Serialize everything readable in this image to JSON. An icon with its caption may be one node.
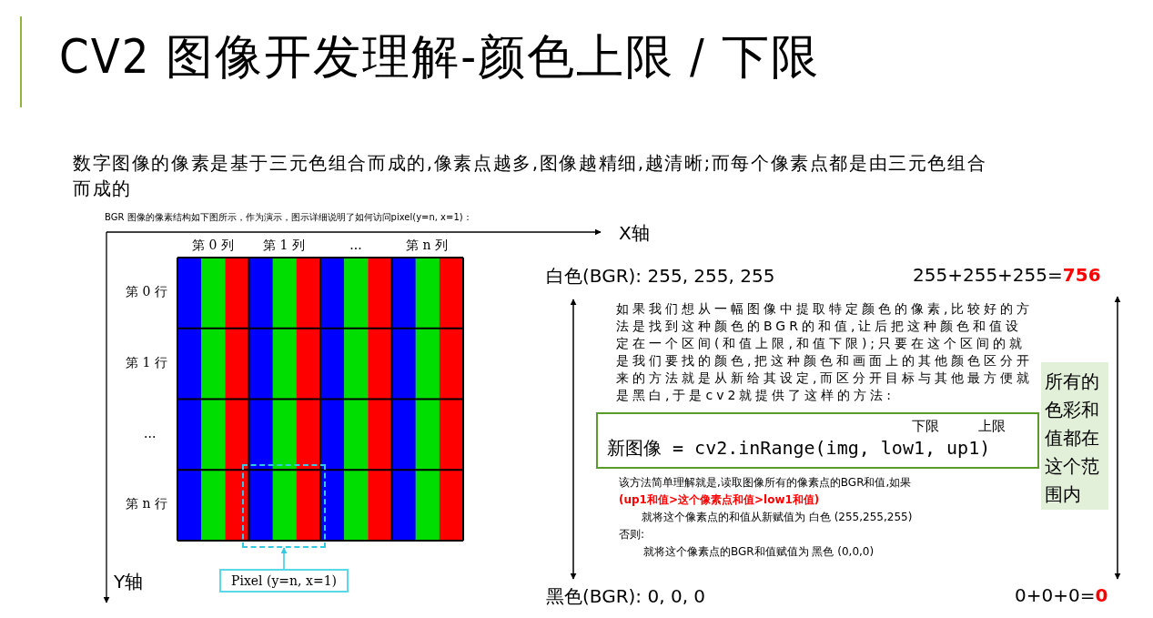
{
  "diagram": {
    "title": "CV2 图像开发理解-颜色上限 / 下限",
    "nodes": [
      {
        "text": [
          "白色(BGR): 255, 255, 255"
        ]
      },
      {
        "text": [
          "255+255+255=**756**"
        ]
      },
      {
        "text": [
          "下限",
          "上限",
          "新图像 = cv2.inRange(img, low1, up1)"
        ]
      },
      {
        "text": [
          "所有的色彩和值都在这个范围内"
        ]
      },
      {
        "text": [],
        "shape": "box"
      },
      {
        "text": [
          "Pixel (y=n, x=1)"
        ]
      },
      {
        "text": [
          "黑色(BGR): 0, 0, 0"
        ]
      },
      {
        "text": [
          "0+0+0=**0**"
        ]
      }
    ],
    "edges": [
      {
        "from": 5,
        "to": 4,
        "arrow": "to",
        "color": "#33c9e0"
      },
      {
        "from": 0,
        "to": 6,
        "arrow": "both"
      },
      {
        "from": 1,
        "to": 7,
        "arrow": "both"
      }
    ],
    "labels": [
      "数字图像的像素是基于三元色组合而成的,像素点越多,图像越精细,越清晰;而每个像素点都是由三元色组合而成的",
      "BGR 图像的像素结构如下图所示，作为演示，图示详细说明了如何访问pixel(y=n, x=1)：",
      "X轴",
      "第 0 列",
      "第 1 列",
      "...",
      "第 n 列",
      "第 0 行",
      "第 1 行",
      "...",
      "第 n 行",
      "如果我们想从一幅图像中提取特定颜色的像素,比较好的方法是找到这种颜色的BGR的和值,让后把这种颜色和值设定在一个区间(和值上限,和值下限);只要在这个区间的就是我们要找的颜色,把这种颜色和画面上的其他颜色区分开来的方法就是从新给其设定,而区分开目标与其他最方便就是黑白,于是cv2就提供了这样的方法:",
      "该方法简单理解就是,读取图像所有的像素点的BGR和值,如果",
      "(up1和值>这个像素点和值>low1和值)",
      "就将这个像素点的和值从新赋值为 白色 (255,255,255)",
      "否则:",
      "就将这个像素点的BGR和值赋值为 黑色 (0,0,0)",
      "Y轴"
    ]
  }
}
